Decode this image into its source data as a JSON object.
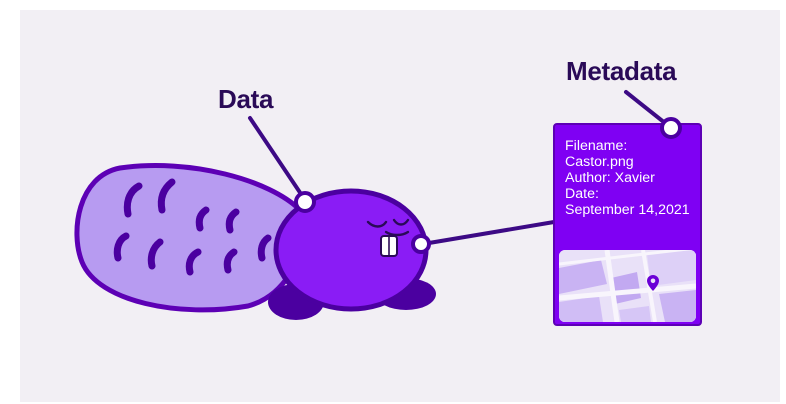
{
  "labels": {
    "data": "Data",
    "metadata": "Metadata"
  },
  "metadata_card": {
    "lines": [
      "Filename:",
      "Castor.png",
      "Author: Xavier",
      "Date:",
      "September 14,2021"
    ]
  },
  "icons": [
    "beaver-illustration",
    "map-thumbnail",
    "location-pin-icon"
  ],
  "colors": {
    "purple": "#7f00f3",
    "dark_purple": "#4b00a0",
    "tail_light": "#b79bf1",
    "label_text": "#2a0a57",
    "background": "#f2eff4"
  }
}
